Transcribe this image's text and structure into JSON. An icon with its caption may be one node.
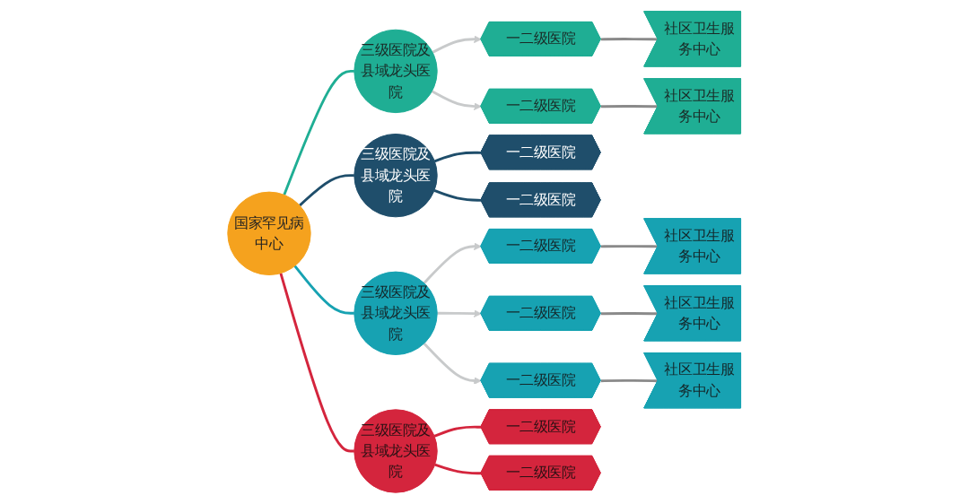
{
  "diagram": {
    "nodes": [
      {
        "text": [
          "国家罕见病中心"
        ]
      },
      {
        "text": [
          "三级医院及县域龙头医院"
        ]
      },
      {
        "text": [
          "一二级医院"
        ]
      },
      {
        "text": [
          "一二级医院"
        ]
      },
      {
        "text": [
          "社区卫生服务中心"
        ]
      },
      {
        "text": [
          "社区卫生服务中心"
        ]
      },
      {
        "text": [
          "三级医院及县域龙头医院"
        ]
      },
      {
        "text": [
          "一二级医院"
        ]
      },
      {
        "text": [
          "一二级医院"
        ]
      },
      {
        "text": [
          "三级医院及县域龙头医院"
        ]
      },
      {
        "text": [
          "一二级医院"
        ]
      },
      {
        "text": [
          "一二级医院"
        ]
      },
      {
        "text": [
          "一二级医院"
        ]
      },
      {
        "text": [
          "社区卫生服务中心"
        ]
      },
      {
        "text": [
          "社区卫生服务中心"
        ]
      },
      {
        "text": [
          "社区卫生服务中心"
        ]
      },
      {
        "text": [
          "三级医院及县域龙头医院"
        ]
      },
      {
        "text": [
          "一二级医院"
        ]
      },
      {
        "text": [
          "一二级医院"
        ]
      }
    ],
    "edges": [
      {
        "from": 0,
        "to": 1,
        "arrow": "none",
        "color": "#1fae94"
      },
      {
        "from": 1,
        "to": 2,
        "arrow": "to",
        "color": "#c8cacb"
      },
      {
        "from": 1,
        "to": 3,
        "arrow": "to",
        "color": "#c8cacb"
      },
      {
        "from": 2,
        "to": 4,
        "arrow": "none"
      },
      {
        "from": 3,
        "to": 5,
        "arrow": "none"
      },
      {
        "from": 0,
        "to": 6,
        "arrow": "none",
        "color": "#1f4e6b"
      },
      {
        "from": 6,
        "to": 7,
        "arrow": "none",
        "color": "#1f4e6b"
      },
      {
        "from": 6,
        "to": 8,
        "arrow": "none",
        "color": "#1f4e6b"
      },
      {
        "from": 0,
        "to": 9,
        "arrow": "none",
        "color": "#17a2b2"
      },
      {
        "from": 9,
        "to": 10,
        "arrow": "to",
        "color": "#c8cacb"
      },
      {
        "from": 9,
        "to": 11,
        "arrow": "to",
        "color": "#c8cacb"
      },
      {
        "from": 9,
        "to": 12,
        "arrow": "to",
        "color": "#c8cacb"
      },
      {
        "from": 10,
        "to": 13,
        "arrow": "none"
      },
      {
        "from": 11,
        "to": 14,
        "arrow": "none"
      },
      {
        "from": 12,
        "to": 15,
        "arrow": "none"
      },
      {
        "from": 0,
        "to": 16,
        "arrow": "none",
        "color": "#d4253d"
      },
      {
        "from": 16,
        "to": 17,
        "arrow": "none",
        "color": "#d4253d"
      },
      {
        "from": 16,
        "to": 18,
        "arrow": "none",
        "color": "#d4253d"
      }
    ]
  }
}
